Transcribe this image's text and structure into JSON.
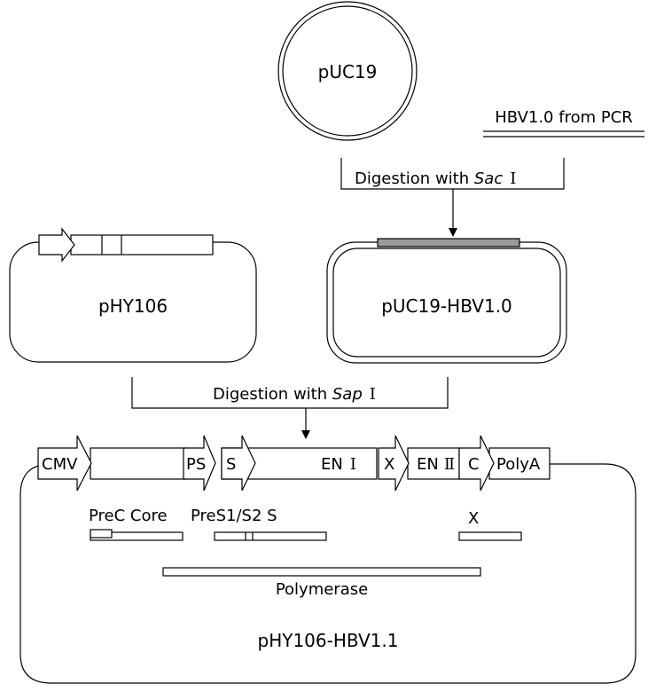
{
  "labels": {
    "puc19": "pUC19",
    "hbv_pcr": "HBV1.0 from PCR",
    "digestion_sac_prefix": "Digestion with ",
    "digestion_sac_enzyme": "Sac",
    "digestion_sac_roman": "Ⅰ",
    "phy106": "pHY106",
    "puc19_hbv": "pUC19-HBV1.0",
    "digestion_sap_prefix": "Digestion with ",
    "digestion_sap_enzyme": "Sap",
    "digestion_sap_roman": "Ⅰ",
    "final_plasmid": "pHY106-HBV1.1"
  },
  "construct": {
    "cmv": "CMV",
    "ps": "PS",
    "s": "S",
    "en1": "EN",
    "en1_roman": "Ⅰ",
    "x": "X",
    "en2": "EN",
    "en2_roman": "Ⅱ",
    "c": "C",
    "polya": "PolyA"
  },
  "orfs": {
    "prec_core": "PreC Core",
    "pres_s": "PreS1/S2 S",
    "x": "X",
    "polymerase": "Polymerase"
  },
  "colors": {
    "line": "#000000",
    "insert_fill": "#9a9a9a",
    "background": "#ffffff"
  }
}
